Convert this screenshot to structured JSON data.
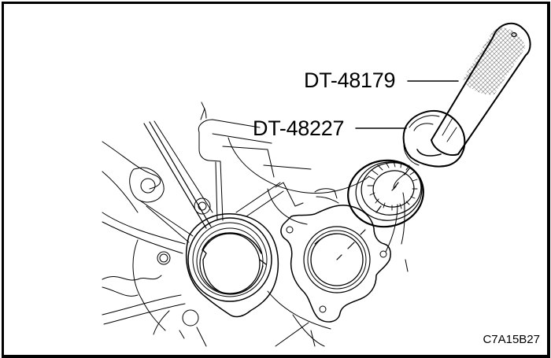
{
  "figure": {
    "type": "service-illustration",
    "border_color": "#000000",
    "background": "#ffffff",
    "figure_id": "C7A15B27"
  },
  "callouts": [
    {
      "label": "DT-48179",
      "target": "installer-handle-tool"
    },
    {
      "label": "DT-48227",
      "target": "bearing-installer-adapter"
    }
  ],
  "components": [
    {
      "name": "installer-handle-tool",
      "label": "DT-48179"
    },
    {
      "name": "bearing-installer-adapter",
      "label": "DT-48227"
    },
    {
      "name": "roller-bearing"
    },
    {
      "name": "transmission-case-bore"
    },
    {
      "name": "transmission-case"
    }
  ]
}
